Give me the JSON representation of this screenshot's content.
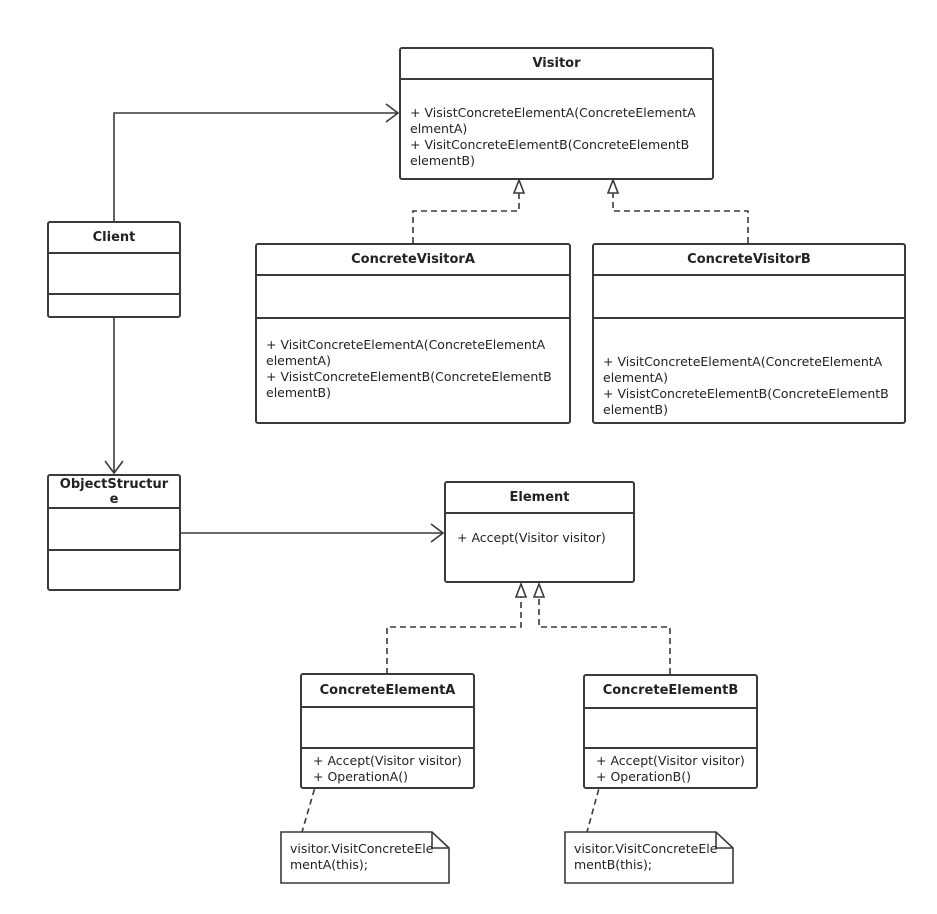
{
  "classes": {
    "visitor": {
      "name": "Visitor",
      "ops": [
        "+ VisistConcreteElementA(ConcreteElementA\nelmentA)",
        "+ VisitConcreteElementB(ConcreteElementB\nelementB)"
      ]
    },
    "client": {
      "name": "Client"
    },
    "concrete_visitor_a": {
      "name": "ConcreteVisitorA",
      "ops": [
        "+ VisitConcreteElementA(ConcreteElementA\nelementA)",
        "+ VisistConcreteElementB(ConcreteElementB\nelementB)"
      ]
    },
    "concrete_visitor_b": {
      "name": "ConcreteVisitorB",
      "ops": [
        "+ VisitConcreteElementA(ConcreteElementA\nelementA)",
        "+ VisistConcreteElementB(ConcreteElementB\nelementB)"
      ]
    },
    "object_structure": {
      "name": "ObjectStructur\ne"
    },
    "element": {
      "name": "Element",
      "ops": [
        "+ Accept(Visitor visitor)"
      ]
    },
    "concrete_element_a": {
      "name": "ConcreteElementA",
      "ops": [
        "+ Accept(Visitor visitor)",
        "+ OperationA()"
      ]
    },
    "concrete_element_b": {
      "name": "ConcreteElementB",
      "ops": [
        "+ Accept(Visitor visitor)",
        "+ OperationB()"
      ]
    }
  },
  "notes": {
    "note_a": "visitor.VisitConcreteEle\nmentA(this);",
    "note_b": "visitor.VisitConcreteEle\nmentB(this);"
  }
}
